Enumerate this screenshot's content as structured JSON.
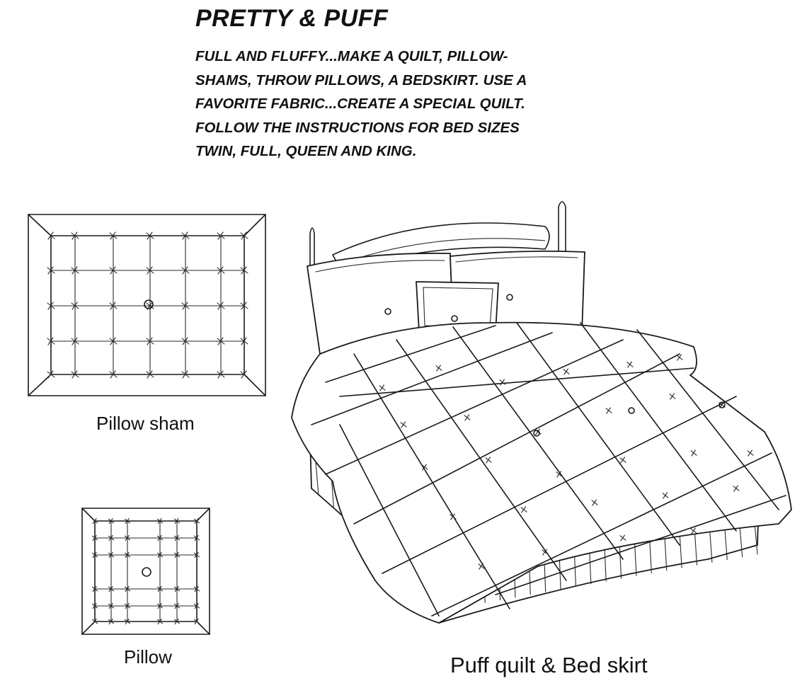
{
  "title": "PRETTY & PUFF",
  "description_lines": [
    "FULL AND FLUFFY...MAKE A QUILT, PILLOW-",
    "SHAMS, THROW PILLOWS, A BEDSKIRT. USE A",
    "FAVORITE FABRIC...CREATE A SPECIAL QUILT.",
    "FOLLOW THE INSTRUCTIONS FOR BED SIZES",
    "TWIN, FULL, QUEEN AND KING."
  ],
  "illustrations": {
    "pillow_sham": {
      "caption": "Pillow sham"
    },
    "pillow": {
      "caption": "Pillow"
    },
    "bed": {
      "caption": "Puff quilt & Bed skirt"
    }
  }
}
